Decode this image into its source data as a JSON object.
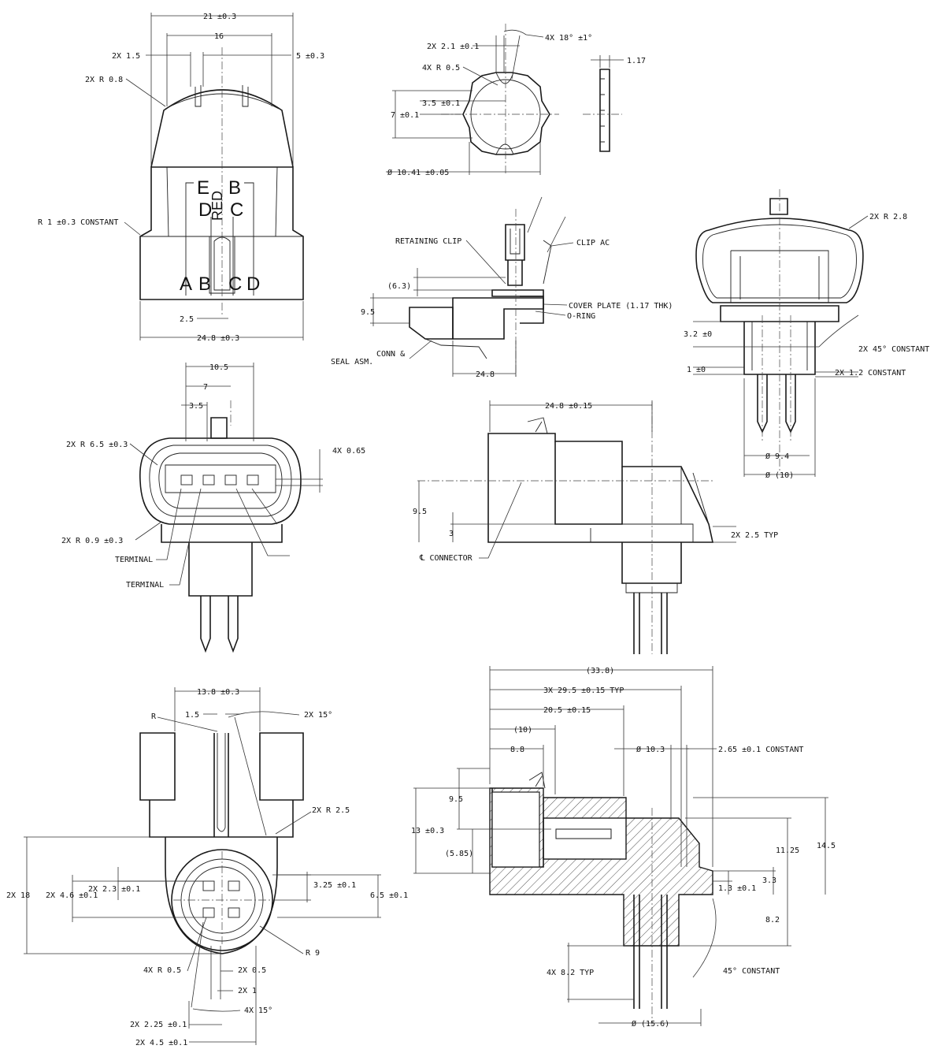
{
  "views": {
    "top_front": {
      "dims": [
        "21 ±0.3",
        "16",
        "2X 1.5",
        "5 ±0.3",
        "2X R 0.8",
        "R 1 ±0.3 CONSTANT",
        "2.5",
        "24.8 ±0.3"
      ],
      "letters": [
        "E",
        "B",
        "D",
        "C",
        "A",
        "B",
        "C",
        "D"
      ],
      "red_label": "RED"
    },
    "top_center": {
      "dims": [
        "2X 2.1 ±0.1",
        "4X 18° ±1°",
        "4X R 0.5",
        "3.5 ±0.1",
        "7 ±0.1",
        "Ø 10.41 ±0.05"
      ]
    },
    "top_thin": {
      "dims": [
        "1.17"
      ]
    },
    "mid_assembly": {
      "labels": [
        "RETAINING CLIP",
        "CLIP AC",
        "COVER PLATE (1.17 THK)",
        "O-RING",
        "CONN &",
        "SEAL ASM."
      ],
      "dims": [
        "(6.3)",
        "9.5",
        "24.8"
      ]
    },
    "top_right": {
      "dims": [
        "2X R 2.8",
        "3.2 ±0",
        "2X 45° CONSTANT",
        "1 ±0",
        "2X 1.2 CONSTANT",
        "Ø 9.4",
        "Ø (10)"
      ]
    },
    "mid_left": {
      "dims": [
        "10.5",
        "7",
        "3.5",
        "2X R 6.5 ±0.3",
        "4X 0.65",
        "2X R 0.9 ±0.3"
      ],
      "labels": [
        "TERMINAL",
        "TERMINAL"
      ]
    },
    "mid_right": {
      "dims": [
        "24.8 ±0.15",
        "9.5",
        "3",
        "2X 2.5 TYP"
      ],
      "labels": [
        "℄ CONNECTOR"
      ]
    },
    "bottom_left": {
      "dims": [
        "13.8 ±0.3",
        "R",
        "1.5",
        "2X 15°",
        "2X R 2.5",
        "2X 18",
        "2X 2.3 ±0.1",
        "2X 4.6 ±0.1",
        "3.25 ±0.1",
        "6.5 ±0.1",
        "R 9",
        "4X R 0.5",
        "2X 0.5",
        "2X 1",
        "4X 15°",
        "2X 2.25 ±0.1",
        "2X 4.5 ±0.1"
      ]
    },
    "bottom_right": {
      "dims": [
        "(33.8)",
        "3X 29.5 ±0.15 TYP",
        "20.5 ±0.15",
        "(10)",
        "8.8",
        "Ø 10.3",
        "2.65 ±0.1 CONSTANT",
        "9.5",
        "13 ±0.3",
        "(5.85)",
        "11.25",
        "14.5",
        "3.3",
        "1.3 ±0.1",
        "8.2",
        "4X 8.2 TYP",
        "45° CONSTANT",
        "Ø (15.6)"
      ]
    }
  }
}
